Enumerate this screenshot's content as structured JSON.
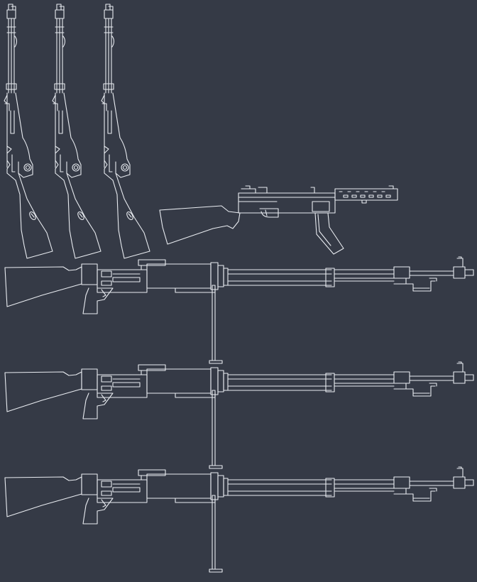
{
  "canvas": {
    "background": "#353a46",
    "line_color": "#e9ecf1",
    "style": "white line-art CAD drawing on dark background"
  },
  "drawings": {
    "bolt_action_rifles": [
      {
        "name": "rifle-1"
      },
      {
        "name": "rifle-2"
      },
      {
        "name": "rifle-3"
      }
    ],
    "submachine_gun": {
      "name": "submachine-gun"
    },
    "machine_guns": [
      {
        "name": "light-machine-gun-1"
      },
      {
        "name": "light-machine-gun-2"
      },
      {
        "name": "light-machine-gun-3"
      }
    ]
  }
}
